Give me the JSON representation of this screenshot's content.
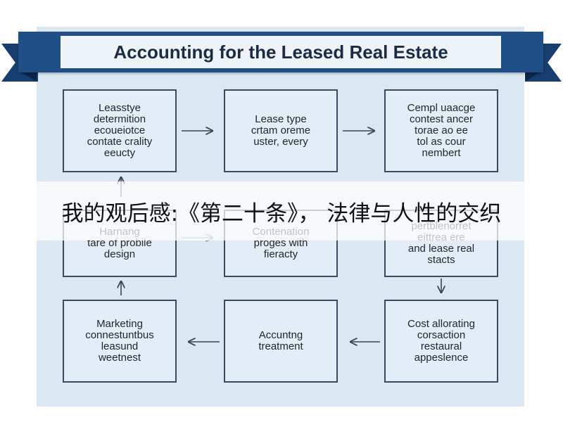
{
  "title": "Accounting for the Leased Real Estate",
  "boxes": [
    {
      "id": "r1c1",
      "lines": [
        "Leasstye",
        "determition",
        "ecoueiotce",
        "contate crality",
        "eeucty"
      ]
    },
    {
      "id": "r1c2",
      "lines": [
        "Lease type",
        "crtam oreme",
        "uster, every"
      ]
    },
    {
      "id": "r1c3",
      "lines": [
        "Cempl uaacge",
        "contest ancer",
        "torae ao ee",
        "tol as cour",
        "nembert"
      ]
    },
    {
      "id": "r2c1",
      "lines": [
        "Harnang",
        "tare of probile",
        "design"
      ]
    },
    {
      "id": "r2c2",
      "lines": [
        "Contenation",
        "proges with",
        "fieracty"
      ]
    },
    {
      "id": "r2c3",
      "lines": [
        "pertblenorret",
        "eittrea ere",
        "and lease real",
        "stacts"
      ]
    },
    {
      "id": "r3c1",
      "lines": [
        "Marketing",
        "connestuntbus",
        "leasund",
        "weetnest"
      ]
    },
    {
      "id": "r3c2",
      "lines": [
        "Accuntng",
        "treatment"
      ]
    },
    {
      "id": "r3c3",
      "lines": [
        "Cost allorating",
        "corsaction",
        "restaural",
        "appeslence"
      ]
    }
  ],
  "caption": "我的观后感:《第二十条》， 法律与人性的交织",
  "colors": {
    "ribbon": "#1f4f86",
    "panel": "#dbe8f4",
    "box_border": "#394b5e",
    "arrow": "#3a4450"
  }
}
